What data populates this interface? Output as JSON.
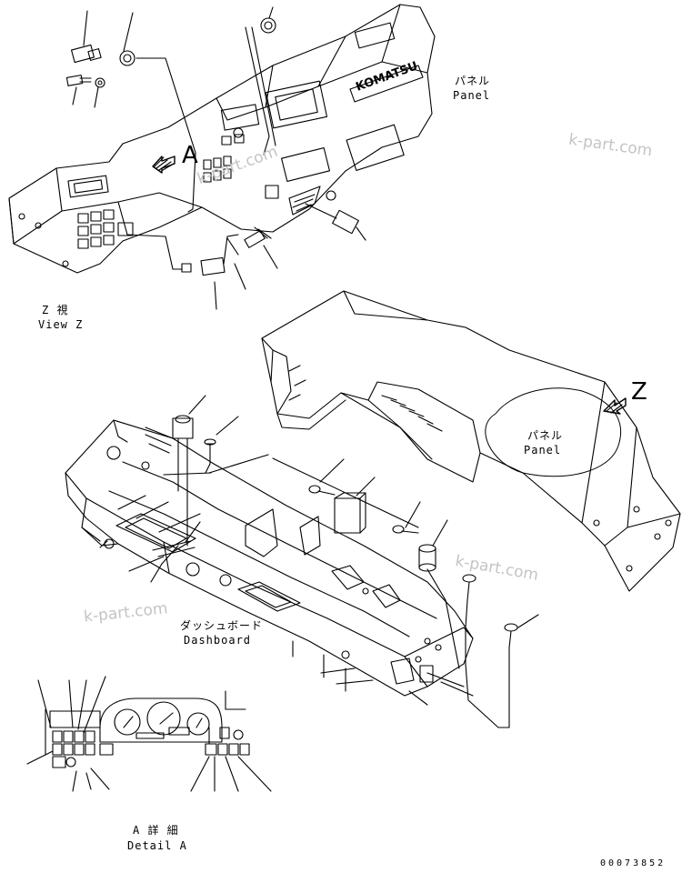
{
  "labels": {
    "panel_top_jp": "パネル",
    "panel_top_en": "Panel",
    "view_z_jp": "Z 視",
    "view_z_en": "View Z",
    "panel_mid_jp": "パネル",
    "panel_mid_en": "Panel",
    "dashboard_jp": "ダッシュボード",
    "dashboard_en": "Dashboard",
    "detail_a_jp": "A 詳 細",
    "detail_a_en": "Detail A",
    "view_letter_a": "A",
    "view_letter_z": "Z",
    "brand": "KOMATSU"
  },
  "watermarks": [
    "k-part.com",
    "k-part.com",
    "k-part.com",
    "k-part.com"
  ],
  "document_number": "00073852"
}
